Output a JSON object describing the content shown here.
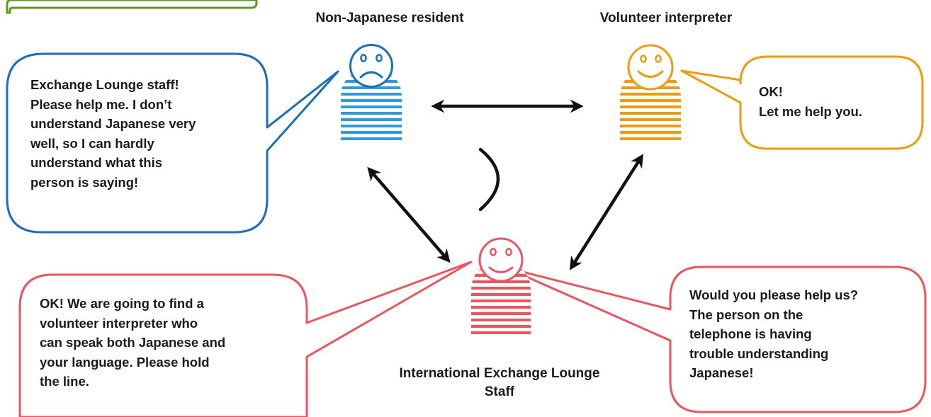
{
  "labels": {
    "resident": "Non-Japanese resident",
    "interpreter": "Volunteer interpreter",
    "staff_line1": "International Exchange Lounge",
    "staff_line2": "Staff"
  },
  "bubbles": {
    "resident": [
      "Exchange Lounge staff!",
      "Please help me. I don’t",
      "understand Japanese very",
      "well, so I can hardly",
      "understand what this",
      "person is saying!"
    ],
    "interpreter": [
      "OK!",
      "Let me help you."
    ],
    "staff_left": [
      "OK! We are going to find a",
      "volunteer interpreter who",
      "can speak both Japanese and",
      "your language. Please hold",
      "the line."
    ],
    "staff_right": [
      "Would you please help us?",
      "The person on the",
      "telephone is having",
      "trouble understanding",
      "Japanese!"
    ]
  },
  "colors": {
    "resident": "#1a6fb8",
    "resident_stripes": "#2e9be0",
    "interpreter": "#f29a0e",
    "staff": "#ec5560",
    "arrow": "#111111",
    "corner_tab": "#5e9a1e"
  },
  "icons": {
    "resident_face": "sad-face-icon",
    "interpreter_face": "smile-face-icon",
    "staff_face": "smile-face-icon"
  }
}
